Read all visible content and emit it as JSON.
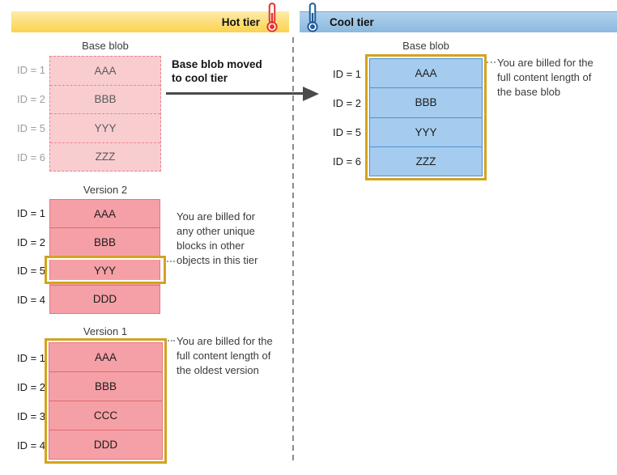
{
  "palette": {
    "gold": "#D4A31D",
    "pink-light": "#F9CDD0",
    "pink-solid": "#F5A0A6",
    "blue-fill": "#A5CCEE",
    "therm-red": "#E3342A",
    "therm-blue": "#1F5C99"
  },
  "header": {
    "hot": {
      "label": "Hot tier",
      "icon": "thermometer-icon"
    },
    "cool": {
      "label": "Cool tier",
      "icon": "thermometer-icon"
    }
  },
  "arrow": {
    "lines": [
      "Base blob moved",
      "to cool tier"
    ]
  },
  "hot_tier": {
    "base_blob": {
      "title": "Base blob",
      "rows": [
        {
          "id": "ID = 1",
          "block": "AAA"
        },
        {
          "id": "ID = 2",
          "block": "BBB"
        },
        {
          "id": "ID = 5",
          "block": "YYY"
        },
        {
          "id": "ID = 6",
          "block": "ZZZ"
        }
      ]
    },
    "version2": {
      "title": "Version 2",
      "rows": [
        {
          "id": "ID = 1",
          "block": "AAA"
        },
        {
          "id": "ID = 2",
          "block": "BBB"
        },
        {
          "id": "ID = 5",
          "block": "YYY"
        },
        {
          "id": "ID = 4",
          "block": "DDD"
        }
      ],
      "highlighted_block": "YYY",
      "annotation": {
        "lines": [
          "You are billed for",
          "any other unique",
          "blocks in other",
          "objects in this tier"
        ]
      }
    },
    "version1": {
      "title": "Version 1",
      "rows": [
        {
          "id": "ID = 1",
          "block": "AAA"
        },
        {
          "id": "ID = 2",
          "block": "BBB"
        },
        {
          "id": "ID = 3",
          "block": "CCC"
        },
        {
          "id": "ID = 4",
          "block": "DDD"
        }
      ],
      "annotation": {
        "lines": [
          "You are billed for the",
          "full content length of",
          "the oldest version"
        ]
      }
    }
  },
  "cool_tier": {
    "base_blob": {
      "title": "Base blob",
      "rows": [
        {
          "id": "ID = 1",
          "block": "AAA"
        },
        {
          "id": "ID = 2",
          "block": "BBB"
        },
        {
          "id": "ID = 5",
          "block": "YYY"
        },
        {
          "id": "ID = 6",
          "block": "ZZZ"
        }
      ],
      "annotation": {
        "lines": [
          "You are billed for the",
          "full content length of",
          "the base blob"
        ]
      }
    }
  }
}
